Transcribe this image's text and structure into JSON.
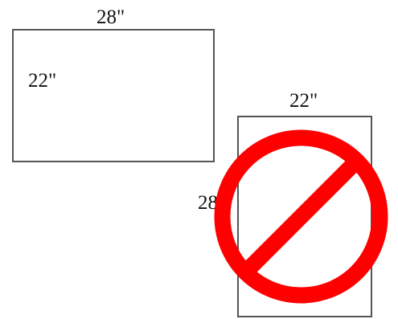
{
  "landscape": {
    "width_label": "28\"",
    "height_label": "22\""
  },
  "portrait": {
    "width_label": "22\"",
    "height_label": "28\""
  },
  "colors": {
    "frame_border": "#555555",
    "prohibited_red": "#ff0000",
    "label_text": "#111111"
  },
  "icons": {
    "prohibited": "prohibited-icon"
  }
}
